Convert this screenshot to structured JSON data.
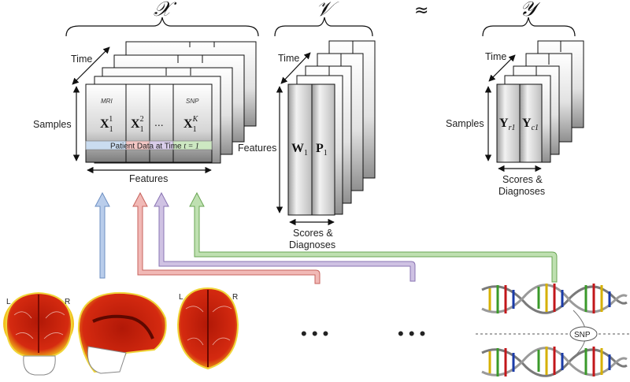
{
  "tensors": {
    "x_symbol": "𝒳",
    "v_symbol": "𝒱",
    "y_symbol": "𝒴",
    "approx_symbol": "≈"
  },
  "x_tensor": {
    "time_label": "Time",
    "samples_label": "Samples",
    "features_label": "Features",
    "mri_label": "MRI",
    "snp_label": "SNP",
    "block_1": "X",
    "block_1_sub": "1",
    "block_1_sup": "1",
    "block_2": "X",
    "block_2_sub": "1",
    "block_2_sup": "2",
    "ellipsis": "...",
    "block_k": "X",
    "block_k_sub": "1",
    "block_k_sup": "K",
    "patient_row_label": "Patient Data at Time ",
    "patient_row_math": "t = 1"
  },
  "v_tensor": {
    "time_label": "Time",
    "features_label": "Features",
    "w_label": "W",
    "w_sub": "1",
    "p_label": "P",
    "p_sub": "1",
    "bottom_label_line1": "Scores &",
    "bottom_label_line2": "Diagnoses"
  },
  "y_tensor": {
    "time_label": "Time",
    "samples_label": "Samples",
    "yr_label": "Y",
    "yr_sub": "r1",
    "yc_label": "Y",
    "yc_sub": "c1",
    "bottom_label_line1": "Scores &",
    "bottom_label_line2": "Diagnoses"
  },
  "bottom": {
    "brain_left_L": "L",
    "brain_left_R": "R",
    "brain_axial_L": "L",
    "brain_axial_R": "R",
    "dots_1": "• • •",
    "dots_2": "• • •",
    "snp_label": "SNP"
  },
  "colors": {
    "arrow_blue": "#b9cdeb",
    "arrow_red": "#f1b9b6",
    "arrow_purple": "#cfc2e3",
    "arrow_green": "#bfe0b1",
    "row_blue": "#cadcf0",
    "row_red": "#f3c6c4",
    "row_green": "#cde8c2",
    "brain_red": "#c8250f"
  }
}
